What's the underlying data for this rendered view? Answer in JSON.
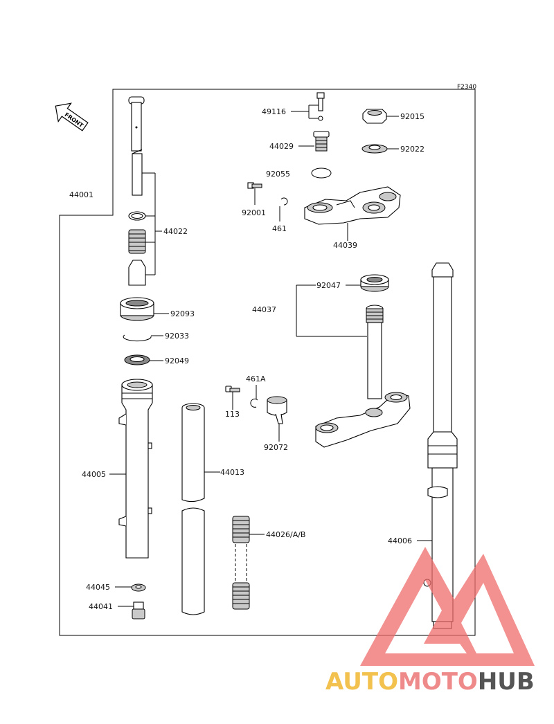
{
  "diagram_code": "F2340",
  "front_label": "FRONT",
  "watermark": {
    "brand_part1": "AUTO",
    "brand_part2": "MOTO",
    "brand_part3": "HUB",
    "colors": {
      "auto": "#f2c14e",
      "moto": "#ef8a8a",
      "hub": "#555555",
      "triangle": "#ef6b6b"
    }
  },
  "labels": {
    "p44001": "44001",
    "p49116": "49116",
    "p92015": "92015",
    "p44029": "44029",
    "p92022": "92022",
    "p92055": "92055",
    "p92001": "92001",
    "p461": "461",
    "p44039": "44039",
    "p44022": "44022",
    "p92047": "92047",
    "p44037": "44037",
    "p92093": "92093",
    "p92033": "92033",
    "p92049": "92049",
    "p461A": "461A",
    "p113": "113",
    "p92072": "92072",
    "p44005": "44005",
    "p44013": "44013",
    "p44026": "44026/A/B",
    "p44006": "44006",
    "p44045": "44045",
    "p44041": "44041"
  }
}
